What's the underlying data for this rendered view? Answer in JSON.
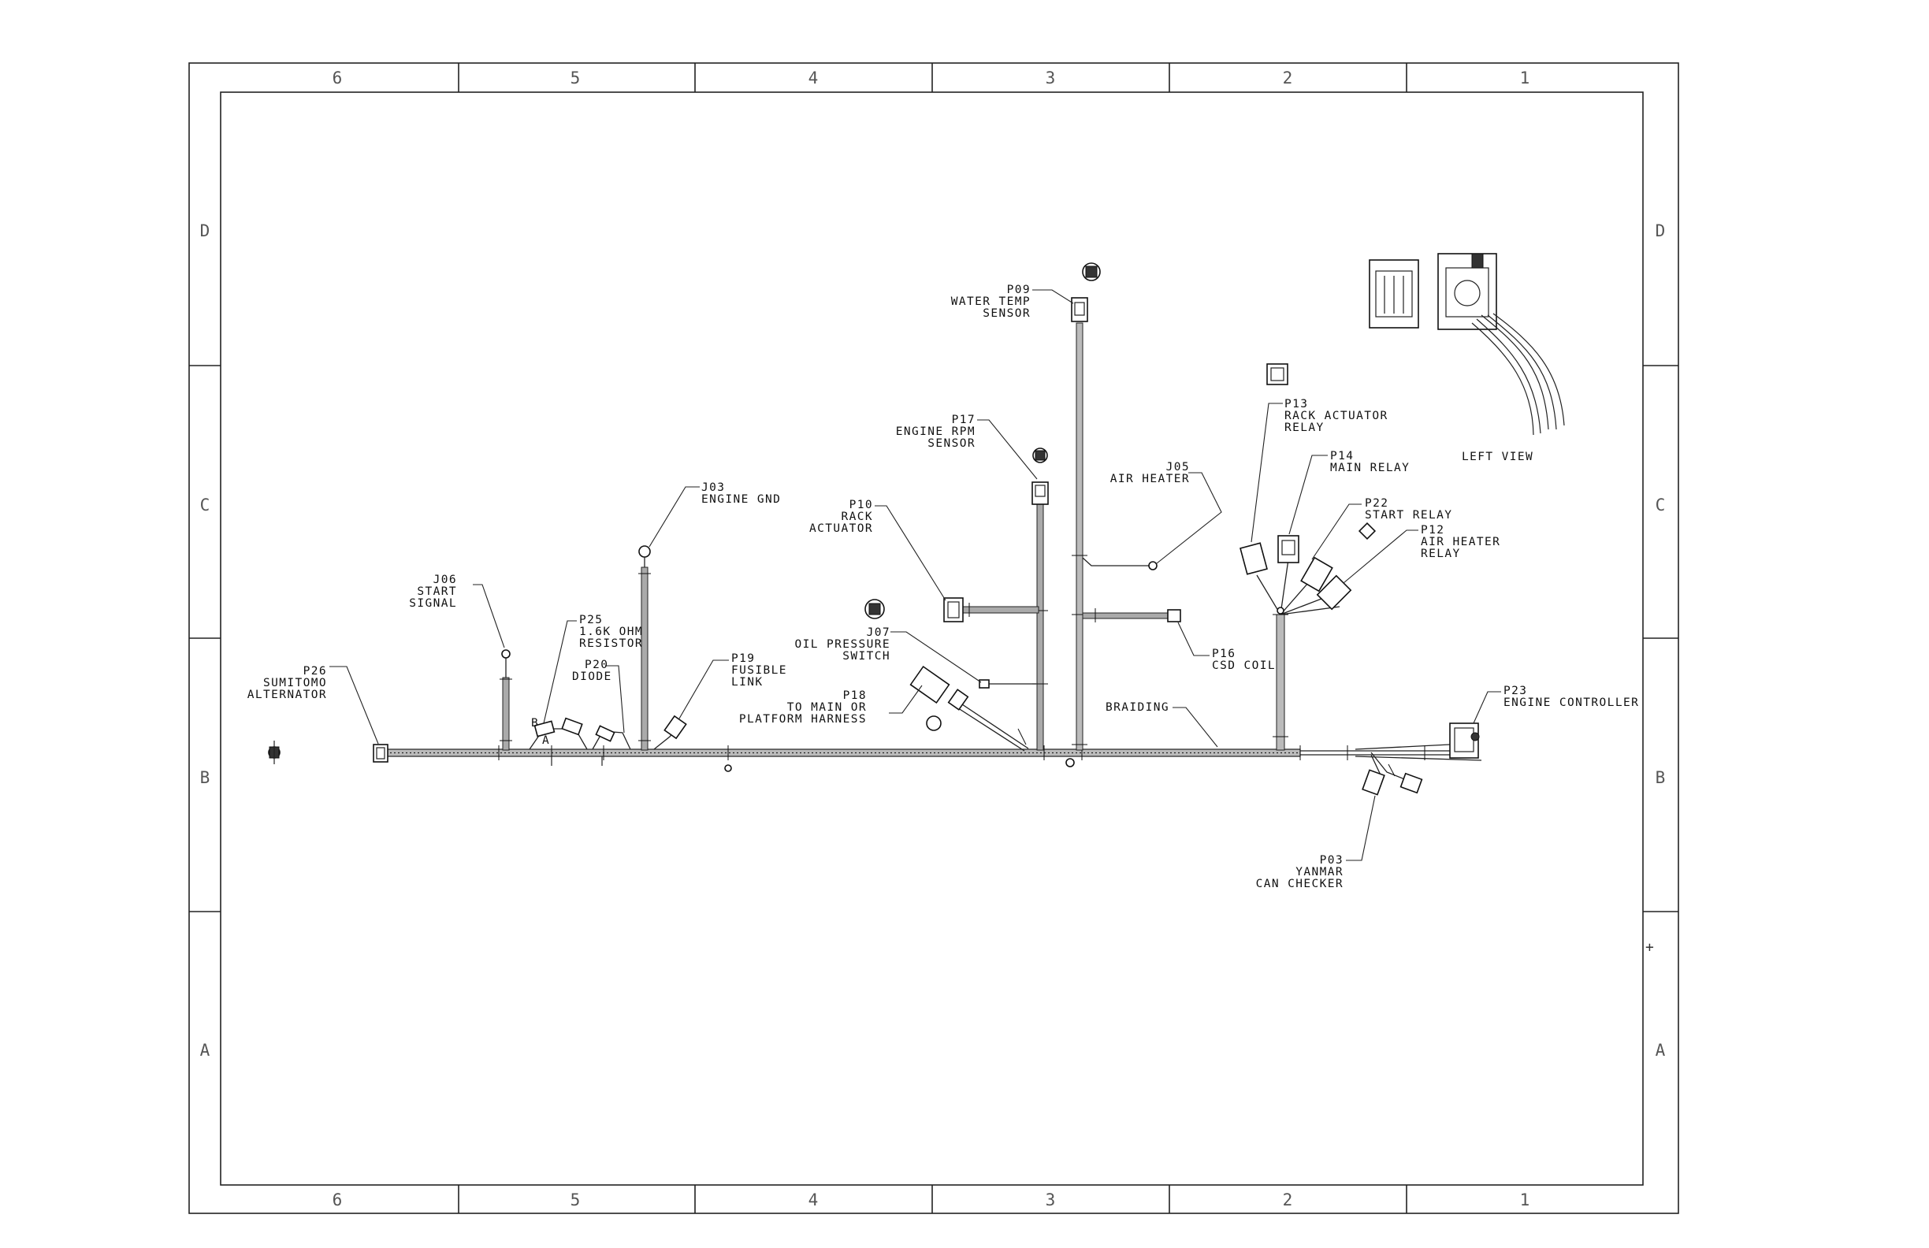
{
  "border": {
    "columns": [
      "6",
      "5",
      "4",
      "3",
      "2",
      "1"
    ],
    "rows": [
      "D",
      "C",
      "B",
      "A"
    ]
  },
  "labels": {
    "p09": [
      "P09",
      "WATER TEMP",
      "SENSOR"
    ],
    "p17": [
      "P17",
      "ENGINE RPM",
      "SENSOR"
    ],
    "p10": [
      "P10",
      "RACK",
      "ACTUATOR"
    ],
    "j05": [
      "J05",
      "AIR HEATER"
    ],
    "p13": [
      "P13",
      "RACK ACTUATOR",
      "RELAY"
    ],
    "p14": [
      "P14",
      "MAIN RELAY"
    ],
    "p22": [
      "P22",
      "START RELAY"
    ],
    "p12": [
      "P12",
      "AIR HEATER",
      "RELAY"
    ],
    "j03": [
      "J03",
      "ENGINE GND"
    ],
    "j06": [
      "J06",
      "START",
      "SIGNAL"
    ],
    "p25": [
      "P25",
      "1.6K OHM",
      "RESISTOR"
    ],
    "p20": [
      "P20",
      "DIODE"
    ],
    "p19": [
      "P19",
      "FUSIBLE",
      "LINK"
    ],
    "p26": [
      "P26",
      "SUMITOMO",
      "ALTERNATOR"
    ],
    "j07": [
      "J07",
      "OIL PRESSURE",
      "SWITCH"
    ],
    "p18": [
      "P18",
      "TO MAIN OR",
      "PLATFORM HARNESS"
    ],
    "p16": [
      "P16",
      "CSD COIL"
    ],
    "braiding": "BRAIDING",
    "p23": [
      "P23",
      "ENGINE CONTROLLER"
    ],
    "p03": [
      "P03",
      "YANMAR",
      "CAN CHECKER"
    ],
    "left_view": "LEFT VIEW"
  }
}
